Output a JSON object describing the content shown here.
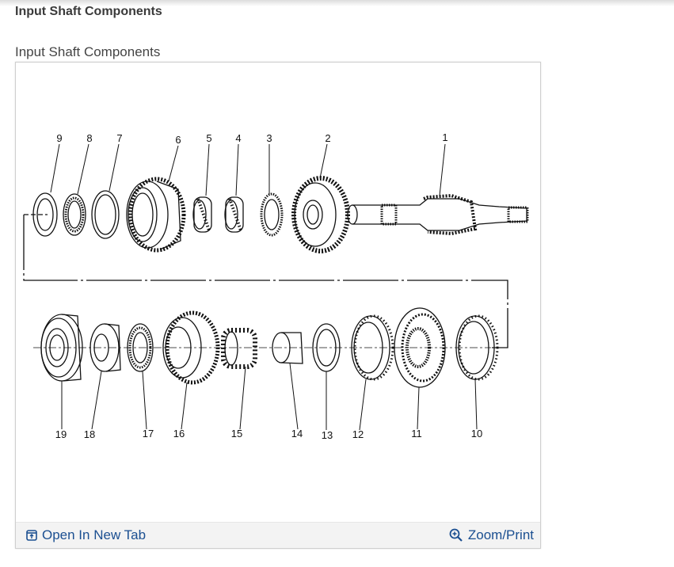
{
  "page": {
    "title": "Input Shaft Components"
  },
  "figure": {
    "caption": "Input Shaft Components",
    "callouts": {
      "c1": "1",
      "c2": "2",
      "c3": "3",
      "c4": "4",
      "c5": "5",
      "c6": "6",
      "c7": "7",
      "c8": "8",
      "c9": "9",
      "c10": "10",
      "c11": "11",
      "c12": "12",
      "c13": "13",
      "c14": "14",
      "c15": "15",
      "c16": "16",
      "c17": "17",
      "c18": "18",
      "c19": "19"
    }
  },
  "footer": {
    "open_label": "Open In New Tab",
    "zoom_label": "Zoom/Print",
    "open_icon": "open-new-tab-icon",
    "zoom_icon": "zoom-magnifier-icon",
    "link_color": "#1b4f91"
  }
}
